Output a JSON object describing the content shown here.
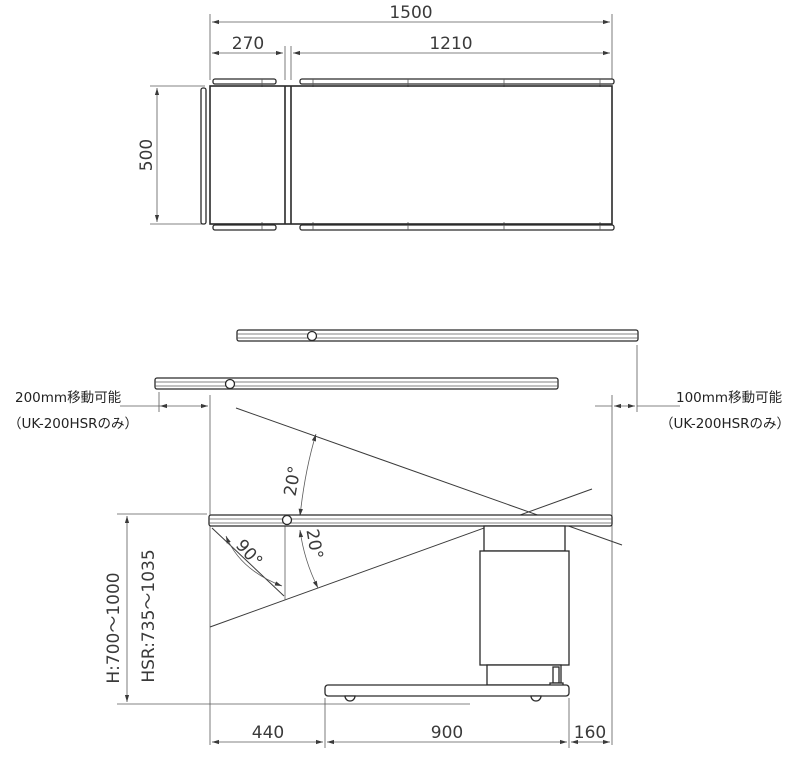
{
  "top_view": {
    "overall_length": "1500",
    "head_section": "270",
    "body_section": "1210",
    "width": "500"
  },
  "side_view": {
    "left_note": {
      "line1": "200mm移動可能",
      "line2": "（UK-200HSRのみ）"
    },
    "right_note": {
      "line1": "100mm移動可能",
      "line2": "（UK-200HSRのみ）"
    },
    "tilt_upper": "20°",
    "tilt_lower": "20°",
    "head_angle": "90°",
    "height_range": "H:700～1000",
    "height_range_hsr": "HSR:735～1035",
    "bottom_dims": {
      "left": "440",
      "middle": "900",
      "right": "160"
    }
  }
}
